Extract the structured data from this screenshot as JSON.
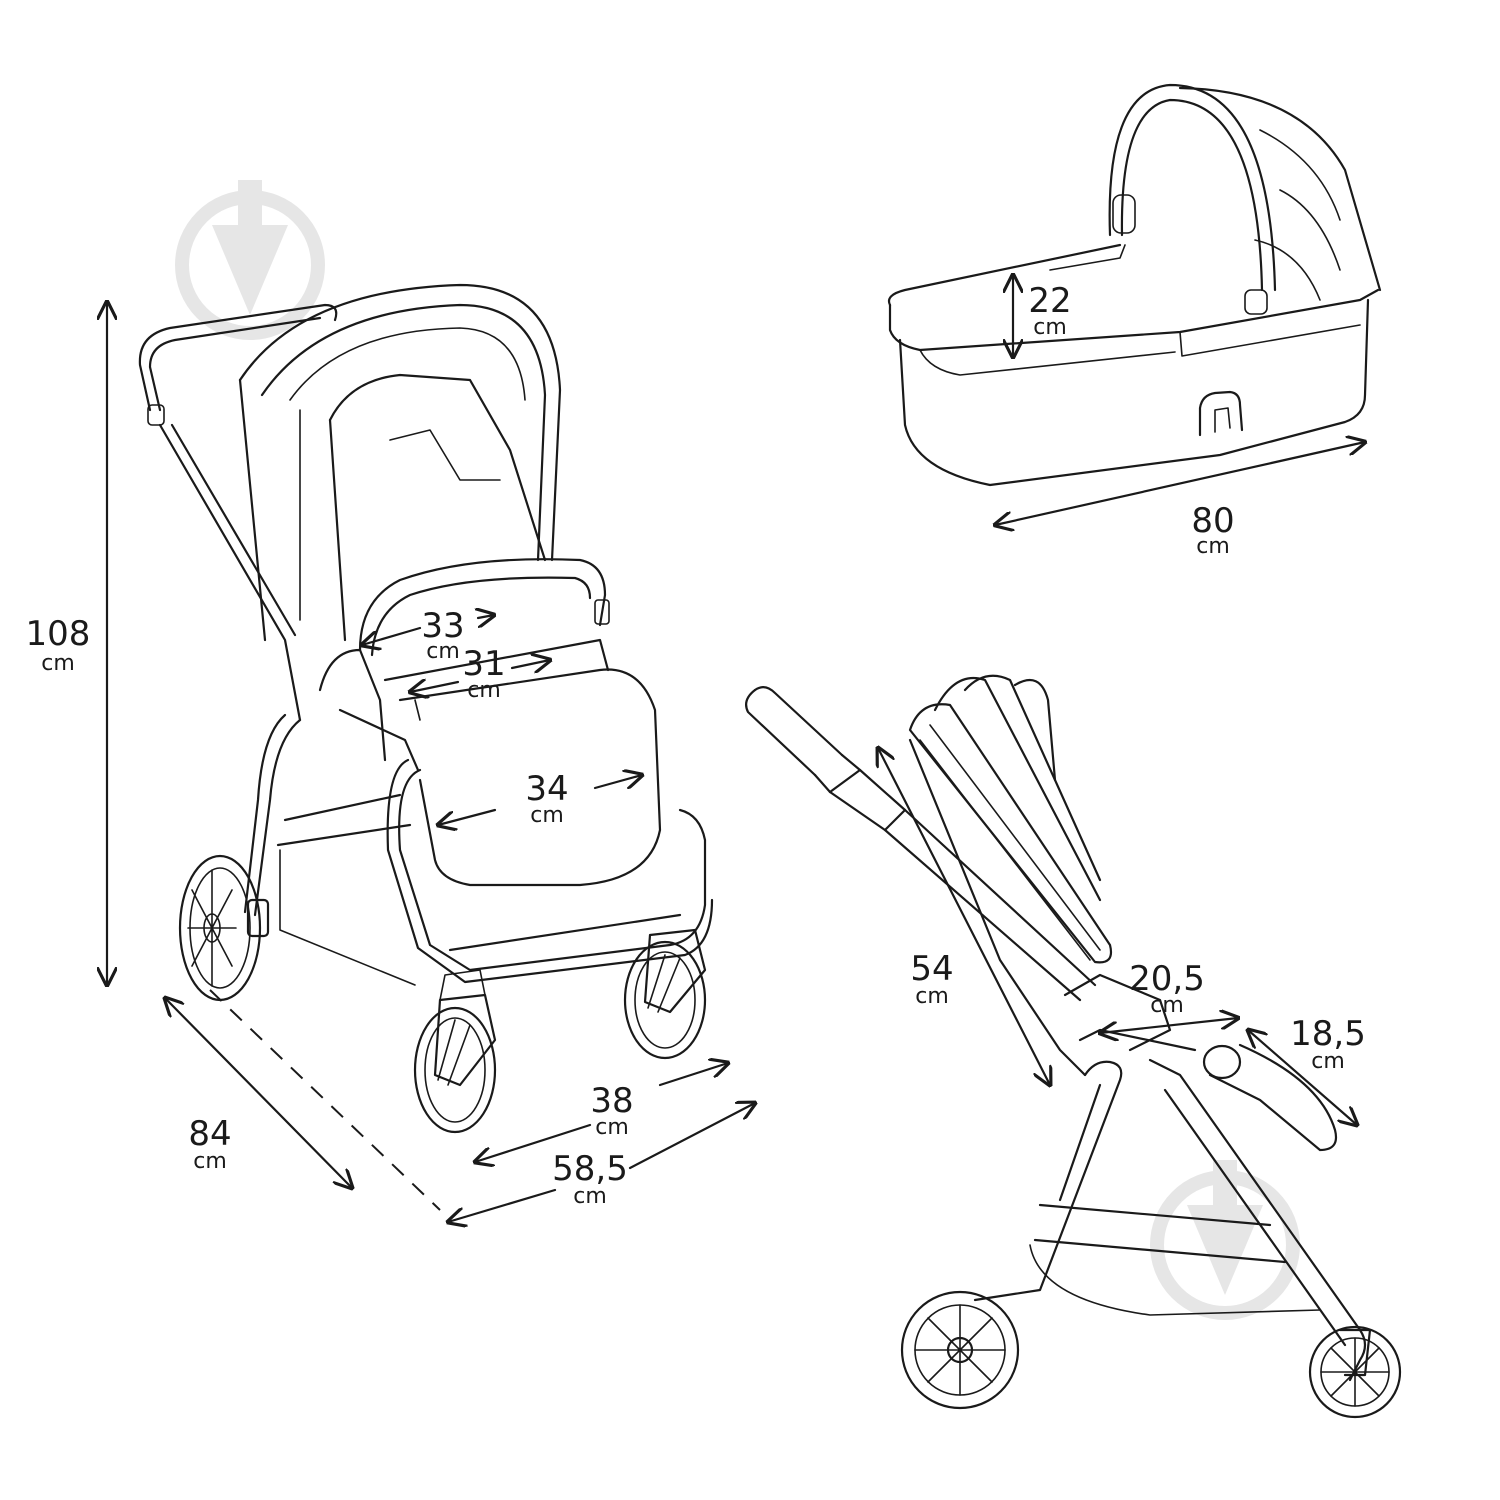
{
  "dimensions": {
    "stroller_height": {
      "value": "108",
      "unit": "cm"
    },
    "stroller_length": {
      "value": "84",
      "unit": "cm"
    },
    "wheelbase_width": {
      "value": "38",
      "unit": "cm"
    },
    "total_width": {
      "value": "58,5",
      "unit": "cm"
    },
    "backrest_width": {
      "value": "33",
      "unit": "cm"
    },
    "seat_width": {
      "value": "31",
      "unit": "cm"
    },
    "footrest_width": {
      "value": "34",
      "unit": "cm"
    },
    "carrycot_height": {
      "value": "22",
      "unit": "cm"
    },
    "carrycot_length": {
      "value": "80",
      "unit": "cm"
    },
    "backrest_length": {
      "value": "54",
      "unit": "cm"
    },
    "seat_depth": {
      "value": "20,5",
      "unit": "cm"
    },
    "footrest_length": {
      "value": "18,5",
      "unit": "cm"
    }
  },
  "colors": {
    "line": "#1a1a1a",
    "watermark": "#e6e6e6",
    "background": "#ffffff"
  }
}
